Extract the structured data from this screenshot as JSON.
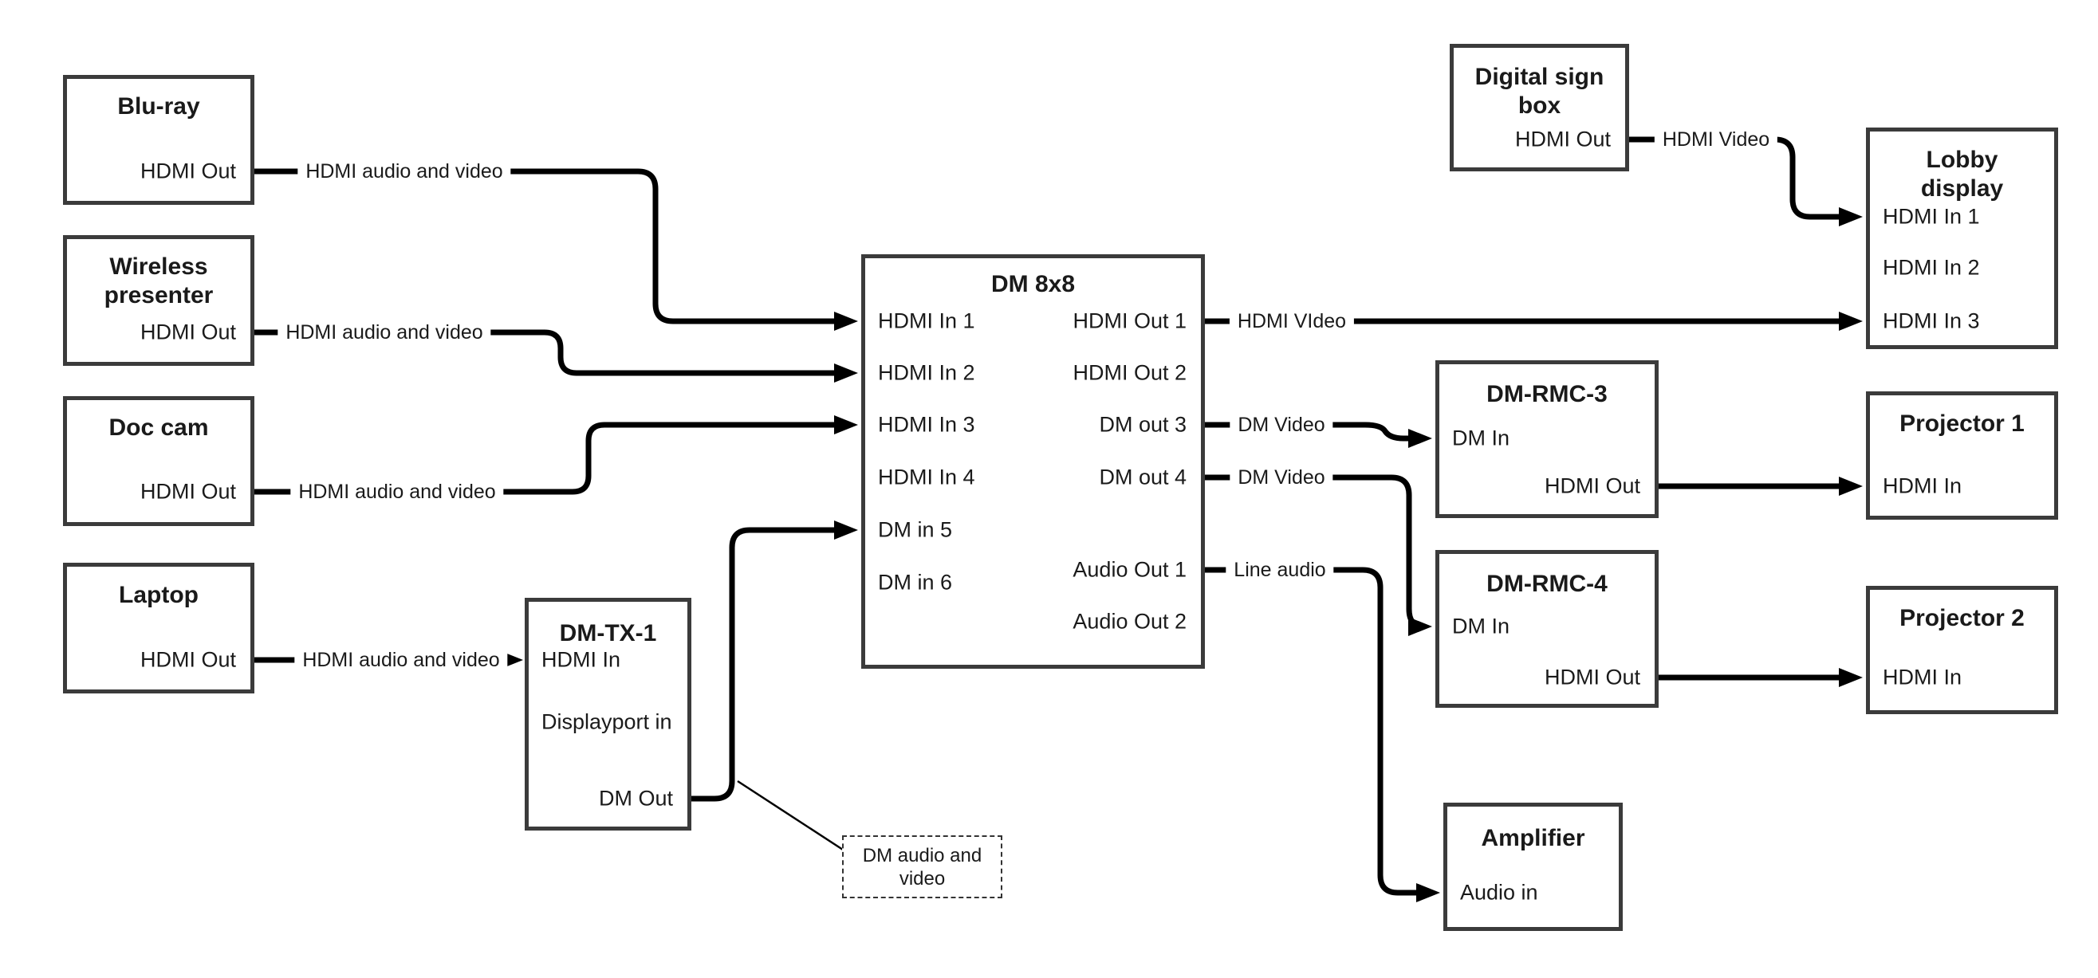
{
  "nodes": {
    "bluray": {
      "title": "Blu-ray",
      "port_hdmi_out": "HDMI Out"
    },
    "wireless": {
      "title_lines": [
        "Wireless",
        "presenter"
      ],
      "port_hdmi_out": "HDMI Out"
    },
    "doccam": {
      "title": "Doc cam",
      "port_hdmi_out": "HDMI Out"
    },
    "laptop": {
      "title": "Laptop",
      "port_hdmi_out": "HDMI Out"
    },
    "dmtx1": {
      "title": "DM-TX-1",
      "port_hdmi_in": "HDMI In",
      "port_displayport_in": "Displayport in",
      "port_dm_out": "DM Out"
    },
    "dm8x8": {
      "title": "DM 8x8",
      "port_in1": "HDMI In 1",
      "port_in2": "HDMI In 2",
      "port_in3": "HDMI In 3",
      "port_in4": "HDMI In 4",
      "port_in5": "DM in 5",
      "port_in6": "DM in 6",
      "port_out1": "HDMI Out 1",
      "port_out2": "HDMI Out 2",
      "port_out3": "DM out 3",
      "port_out4": "DM out 4",
      "port_aout1": "Audio Out 1",
      "port_aout2": "Audio Out 2"
    },
    "digital_sign": {
      "title_lines": [
        "Digital sign",
        "box"
      ],
      "port_hdmi_out": "HDMI Out"
    },
    "lobby": {
      "title_lines": [
        "Lobby",
        "display"
      ],
      "port_in1": "HDMI In 1",
      "port_in2": "HDMI In 2",
      "port_in3": "HDMI In 3"
    },
    "dmrmc3": {
      "title": "DM-RMC-3",
      "port_dm_in": "DM In",
      "port_hdmi_out": "HDMI Out"
    },
    "projector1": {
      "title": "Projector 1",
      "port_hdmi_in": "HDMI In"
    },
    "dmrmc4": {
      "title": "DM-RMC-4",
      "port_dm_in": "DM In",
      "port_hdmi_out": "HDMI Out"
    },
    "projector2": {
      "title": "Projector 2",
      "port_hdmi_in": "HDMI In"
    },
    "amplifier": {
      "title": "Amplifier",
      "port_audio_in": "Audio in"
    }
  },
  "edge_labels": {
    "bluray_av": "HDMI audio and video",
    "wireless_av": "HDMI audio and video",
    "doccam_av": "HDMI audio and video",
    "laptop_av": "HDMI audio and video",
    "out1_video": "HDMI VIdeo",
    "out3_video": "DM Video",
    "out4_video": "DM Video",
    "aout1_audio": "Line audio",
    "sign_video": "HDMI Video",
    "note_lines": [
      "DM audio and",
      "video"
    ]
  },
  "colors": {
    "cable": "#000000",
    "box_border": "#3b3b3b",
    "background": "#ffffff"
  }
}
